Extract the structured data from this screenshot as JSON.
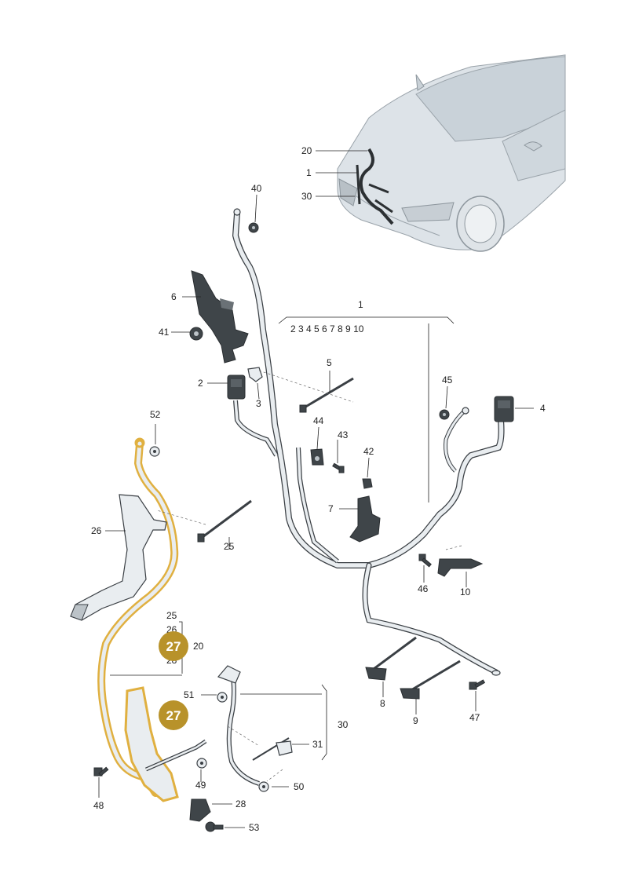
{
  "labels": {
    "l1_top": "1",
    "l1_sub": "2 3 4 5 6 7 8 9 10",
    "l2": "2",
    "l3": "3",
    "l4": "4",
    "l5": "5",
    "l6": "6",
    "l7": "7",
    "l8": "8",
    "l9": "9",
    "l10": "10",
    "l20_car": "20",
    "l1_car": "1",
    "l30_car": "30",
    "l25_group": "25",
    "l26_group": "26",
    "l20_group": "20",
    "l28_group": "28",
    "l25": "25",
    "l26": "26",
    "l28": "28",
    "l30": "30",
    "l31": "31",
    "l40": "40",
    "l41": "41",
    "l42": "42",
    "l43": "43",
    "l44": "44",
    "l45": "45",
    "l46": "46",
    "l47": "47",
    "l48": "48",
    "l49": "49",
    "l50": "50",
    "l51": "51",
    "l52": "52",
    "l53": "53"
  },
  "badges": {
    "upper": "27",
    "lower": "27"
  },
  "colors": {
    "highlight": "#e0b040",
    "badge": "#b8922a",
    "part_fill": "#e9edf0",
    "part_stroke": "#3a3f44"
  }
}
